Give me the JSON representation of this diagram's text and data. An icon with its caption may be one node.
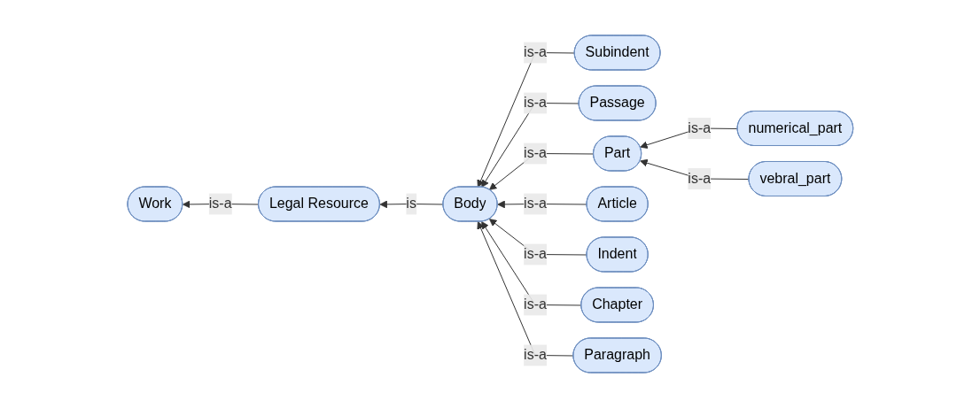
{
  "diagram": {
    "nodes": [
      {
        "text": [
          "Work"
        ]
      },
      {
        "text": [
          "Legal Resource"
        ]
      },
      {
        "text": [
          "Body"
        ]
      },
      {
        "text": [
          "Subindent"
        ]
      },
      {
        "text": [
          "Passage"
        ]
      },
      {
        "text": [
          "Part"
        ]
      },
      {
        "text": [
          "numerical_part"
        ]
      },
      {
        "text": [
          "vebral_part"
        ]
      },
      {
        "text": [
          "Article"
        ]
      },
      {
        "text": [
          "Indent"
        ]
      },
      {
        "text": [
          "Chapter"
        ]
      },
      {
        "text": [
          "Paragraph"
        ]
      }
    ],
    "edges": [
      {
        "from": 1,
        "to": 0,
        "arrow": "to",
        "label": "is-a"
      },
      {
        "from": 2,
        "to": 1,
        "arrow": "to",
        "label": "is"
      },
      {
        "from": 3,
        "to": 2,
        "arrow": "to",
        "label": "is-a"
      },
      {
        "from": 4,
        "to": 2,
        "arrow": "to",
        "label": "is-a"
      },
      {
        "from": 5,
        "to": 2,
        "arrow": "to",
        "label": "is-a"
      },
      {
        "from": 6,
        "to": 5,
        "arrow": "to",
        "label": "is-a"
      },
      {
        "from": 7,
        "to": 5,
        "arrow": "to",
        "label": "is-a"
      },
      {
        "from": 8,
        "to": 2,
        "arrow": "to",
        "label": "is-a"
      },
      {
        "from": 9,
        "to": 2,
        "arrow": "to",
        "label": "is-a"
      },
      {
        "from": 10,
        "to": 2,
        "arrow": "to",
        "label": "is-a"
      },
      {
        "from": 11,
        "to": 2,
        "arrow": "to",
        "label": "is-a"
      }
    ]
  }
}
